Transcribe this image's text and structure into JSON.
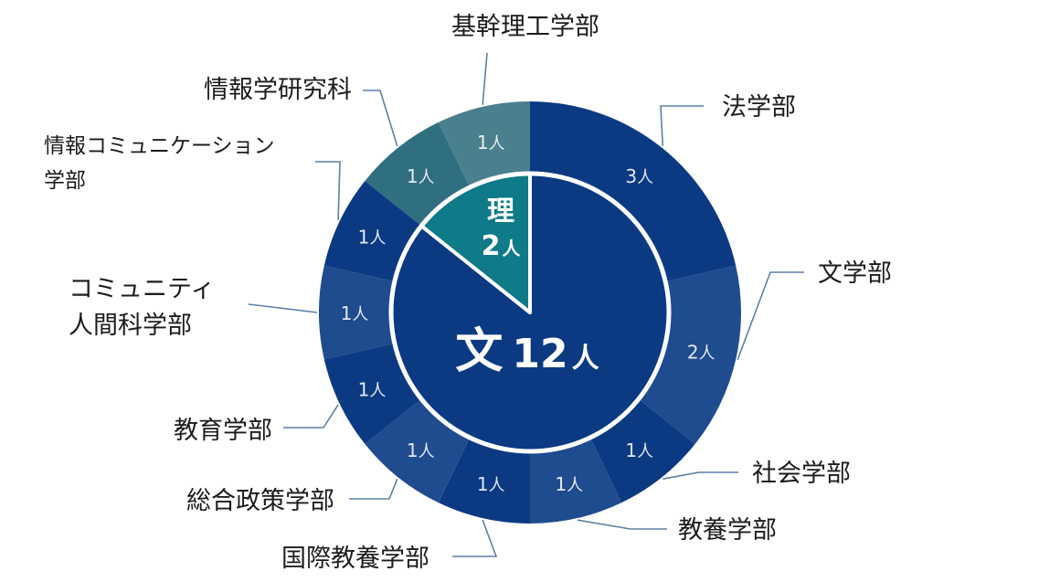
{
  "chart_data": {
    "type": "pie",
    "inner": {
      "slices": [
        {
          "name": "文",
          "value": 12,
          "unit": "人",
          "color": "#0b3a82"
        },
        {
          "name": "理",
          "value": 2,
          "unit": "人",
          "color": "#0f7a88"
        }
      ]
    },
    "outer": {
      "unit": "人",
      "slices": [
        {
          "name": "法学部",
          "value": 3,
          "group": "文",
          "color": "#0b3a82"
        },
        {
          "name": "文学部",
          "value": 2,
          "group": "文",
          "color": "#1f4b8f"
        },
        {
          "name": "社会学部",
          "value": 1,
          "group": "文",
          "color": "#0b3a82"
        },
        {
          "name": "教養学部",
          "value": 1,
          "group": "文",
          "color": "#1f4b8f"
        },
        {
          "name": "国際教養学部",
          "value": 1,
          "group": "文",
          "color": "#0b3a82"
        },
        {
          "name": "総合政策学部",
          "value": 1,
          "group": "文",
          "color": "#1f4b8f"
        },
        {
          "name": "教育学部",
          "value": 1,
          "group": "文",
          "color": "#0b3a82"
        },
        {
          "name": "コミュニティ人間科学部",
          "value": 1,
          "group": "文",
          "color": "#1f4b8f",
          "lines": [
            "コミュニティ",
            "人間科学部"
          ]
        },
        {
          "name": "情報コミュニケーション学部",
          "value": 1,
          "group": "文",
          "color": "#0b3a82",
          "lines": [
            "情報コミュニケーション",
            "学部"
          ]
        },
        {
          "name": "情報学研究科",
          "value": 1,
          "group": "理",
          "color": "#2f6f80"
        },
        {
          "name": "基幹理工学部",
          "value": 1,
          "group": "理",
          "color": "#4a7f8e"
        }
      ]
    }
  }
}
